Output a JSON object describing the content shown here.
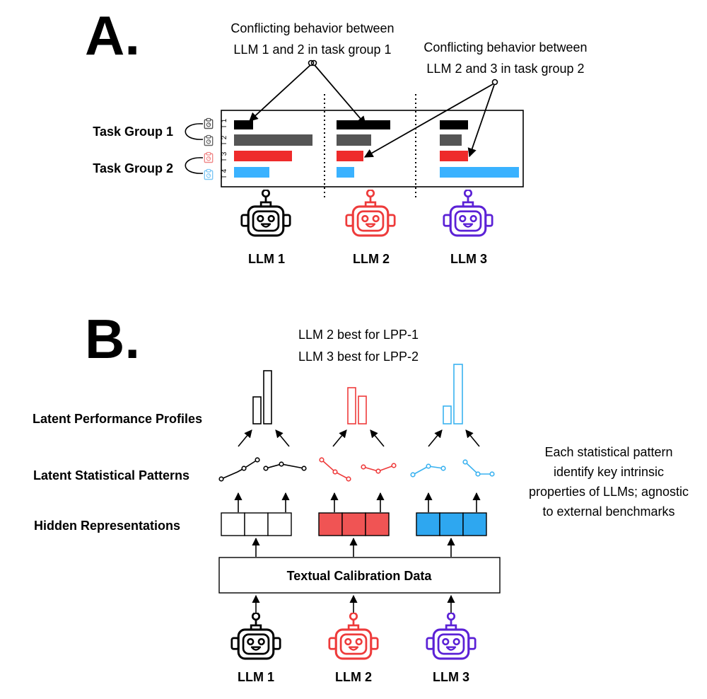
{
  "panel_a": {
    "letter": "A.",
    "conflict1_line1": "Conflicting behavior between",
    "conflict1_line2": "LLM 1 and 2 in task group 1",
    "conflict2_line1": "Conflicting behavior between",
    "conflict2_line2": "LLM 2 and 3 in task group 2",
    "task_group_1": "Task Group 1",
    "task_group_2": "Task Group 2",
    "task_labels": [
      "T 1",
      "T 2",
      "T 3",
      "T 4"
    ],
    "llm_labels": [
      "LLM 1",
      "LLM 2",
      "LLM 3"
    ],
    "colors": {
      "t1": "#000000",
      "t2": "#555555",
      "t3": "#ee2b2b",
      "t4": "#3ab2ff",
      "llm1": "#000000",
      "llm2": "#ee3b3b",
      "llm3": "#5b21d6"
    }
  },
  "panel_b": {
    "letter": "B.",
    "best1": "LLM 2 best for LPP-1",
    "best2": "LLM 3 best for LPP-2",
    "row_profiles": "Latent Performance Profiles",
    "row_patterns": "Latent Statistical Patterns",
    "row_hidden": "Hidden Representations",
    "calibration": "Textual Calibration Data",
    "note_line1": "Each statistical pattern",
    "note_line2": "identify key intrinsic",
    "note_line3": "properties of LLMs; agnostic",
    "note_line4": "to external benchmarks",
    "llm_labels": [
      "LLM 1",
      "LLM 2",
      "LLM 3"
    ],
    "colors": {
      "llm1": "#000000",
      "llm2": "#ee3b3b",
      "llm3": "#5b21d6",
      "hidden2": "#f05454",
      "hidden3": "#2ea7f0",
      "pattern2": "#ee3b3b",
      "pattern3": "#3ab2f0",
      "profile2": "#ee3b3b",
      "profile3": "#3ab2f0"
    }
  }
}
